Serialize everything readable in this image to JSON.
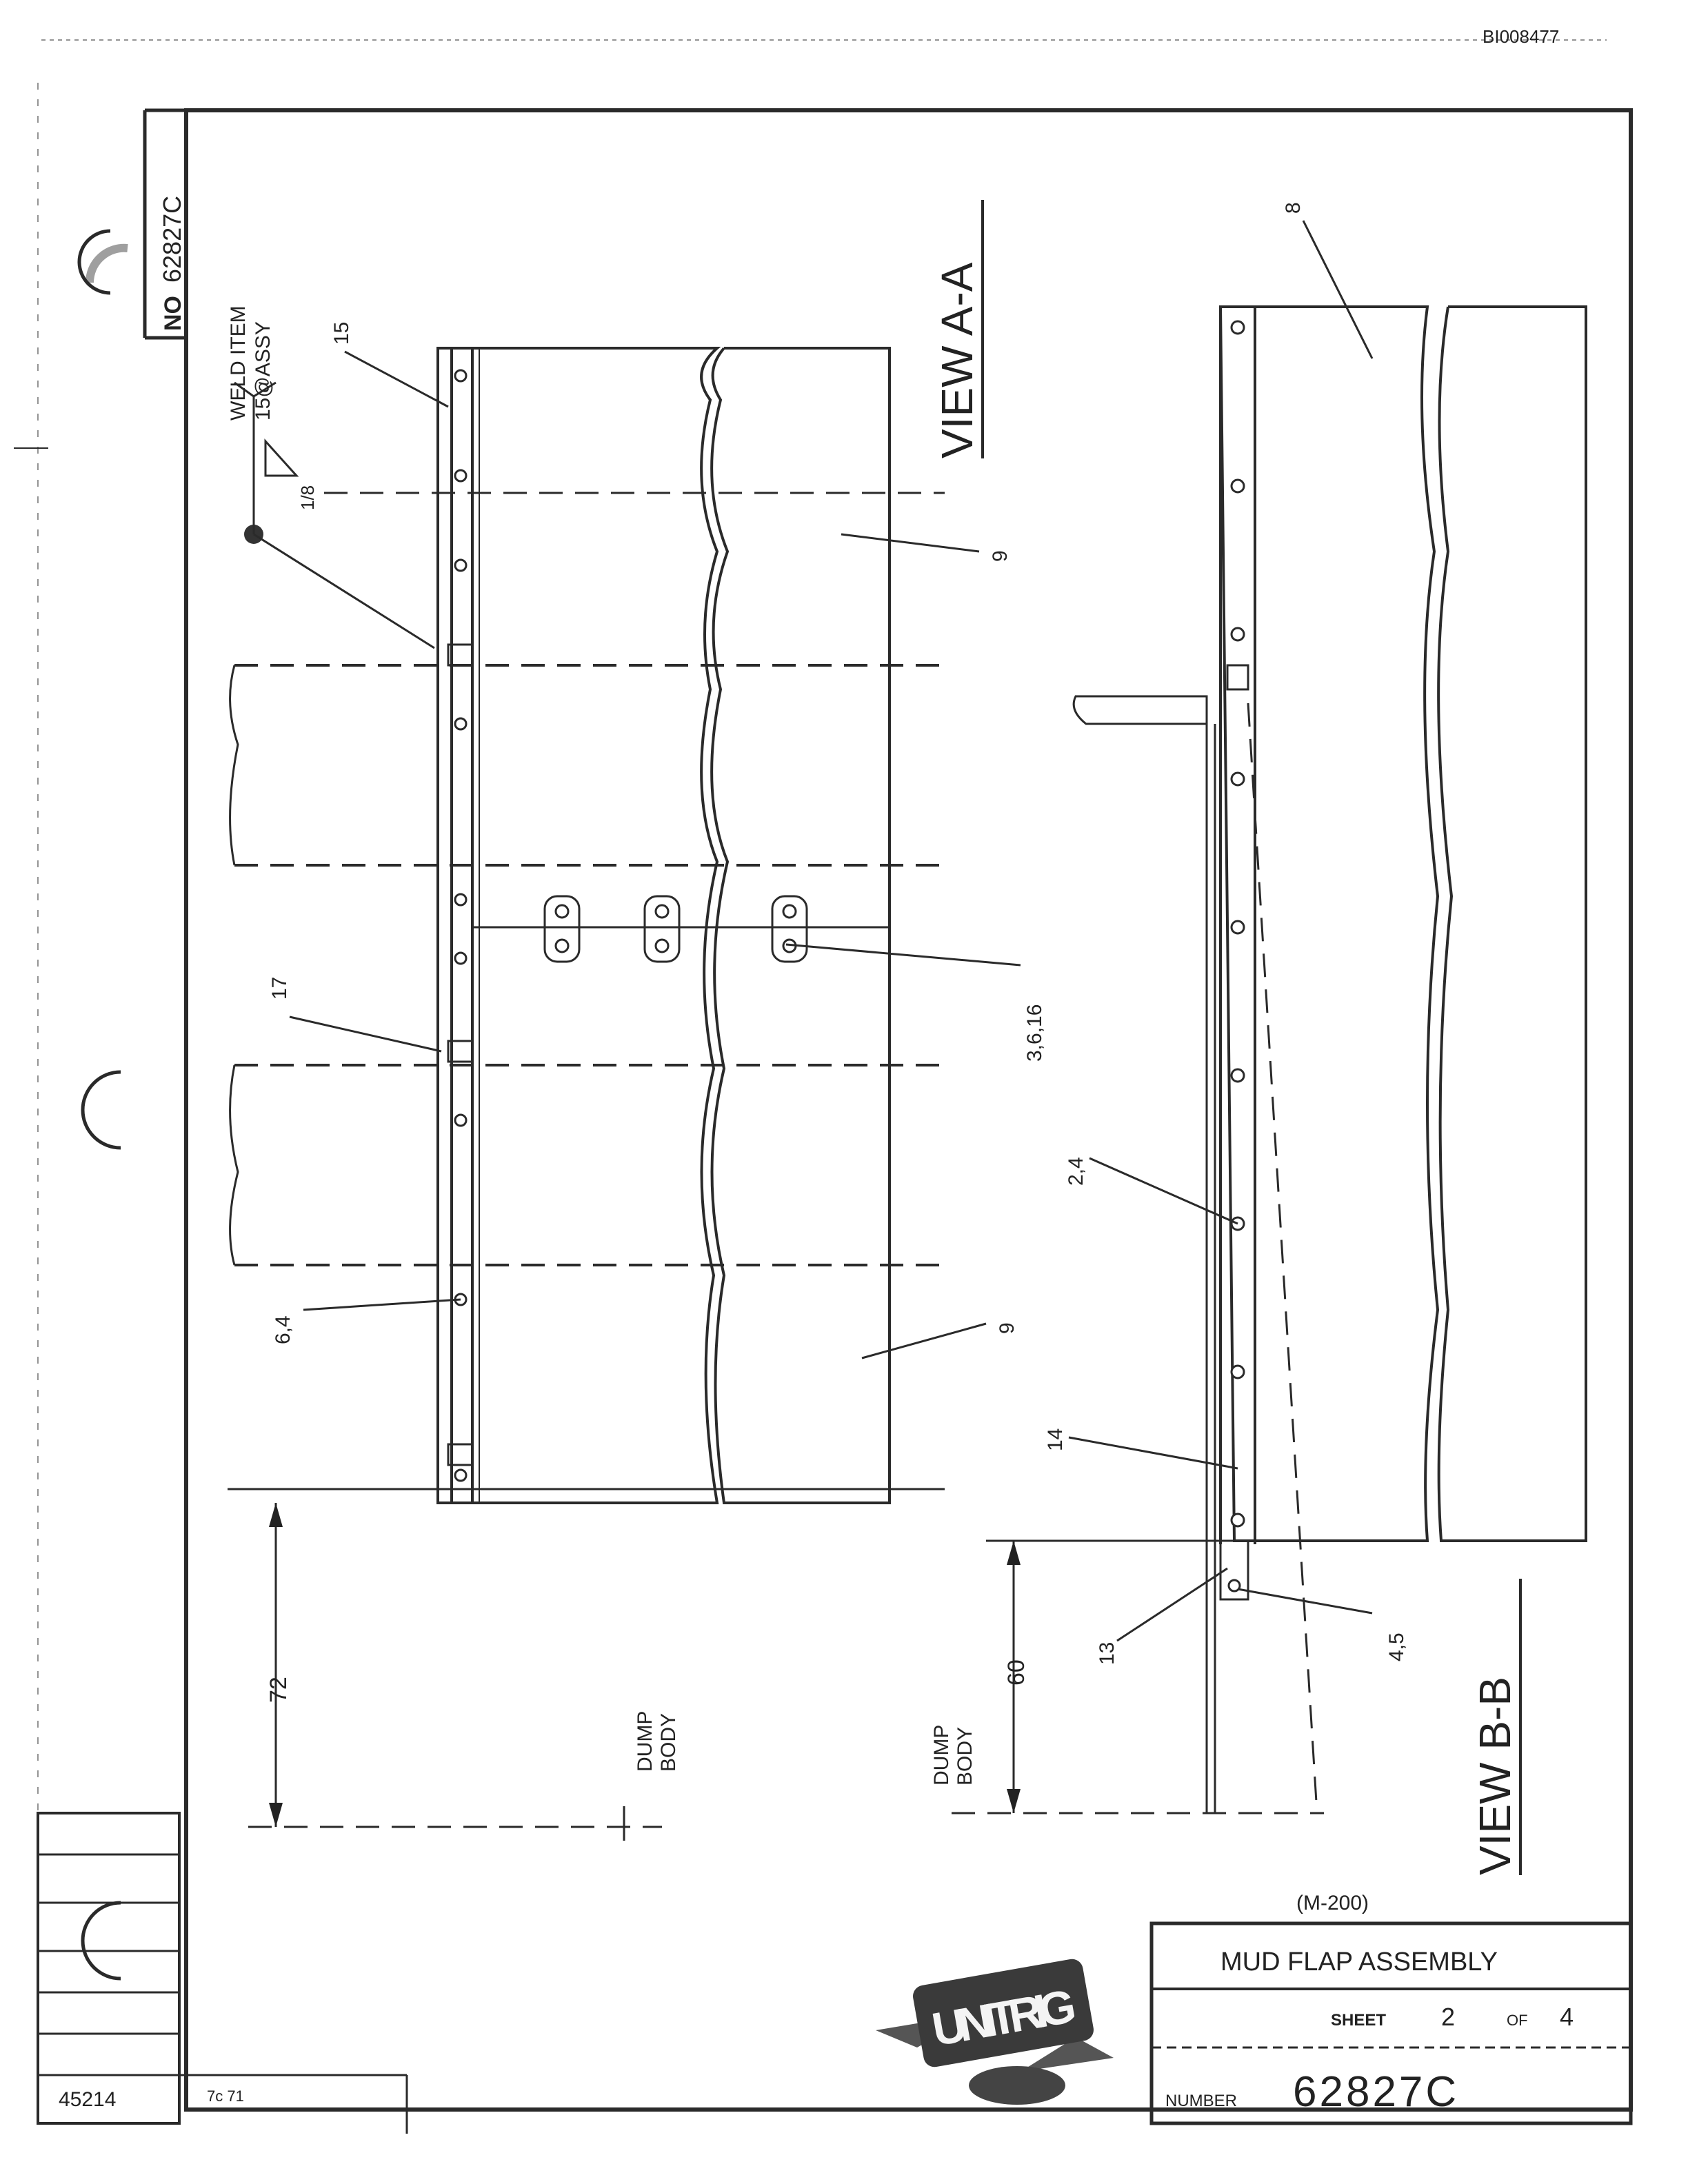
{
  "doc_id": "BI008477",
  "tab": {
    "number_prefix": "NO",
    "number": "62827C"
  },
  "weld_note": {
    "line1": "WELD ITEM",
    "line2": "15@ASSY",
    "size": "1/8"
  },
  "views": {
    "a": "VIEW A-A",
    "b": "VIEW B-B"
  },
  "callouts": {
    "c8": "8",
    "c9_top": "9",
    "c15": "15",
    "c17": "17",
    "c3616": "3,6,16",
    "c24": "2,4",
    "c64": "6,4",
    "c9_bot": "9",
    "c14": "14",
    "c13": "13",
    "c45": "4,5"
  },
  "dims": {
    "a": "72",
    "b": "60"
  },
  "dump_body": {
    "line1": "DUMP",
    "line2": "BODY"
  },
  "model": "(M-200)",
  "title_block": {
    "title": "MUD FLAP ASSEMBLY",
    "sheet_label": "SHEET",
    "sheet": "2",
    "of_label": "OF",
    "sheet_total": "4",
    "number_label": "NUMBER",
    "number": "62827C"
  },
  "logo": {
    "text": "UNITRIG"
  },
  "corner": {
    "code": "45214",
    "note": "7c 71"
  }
}
